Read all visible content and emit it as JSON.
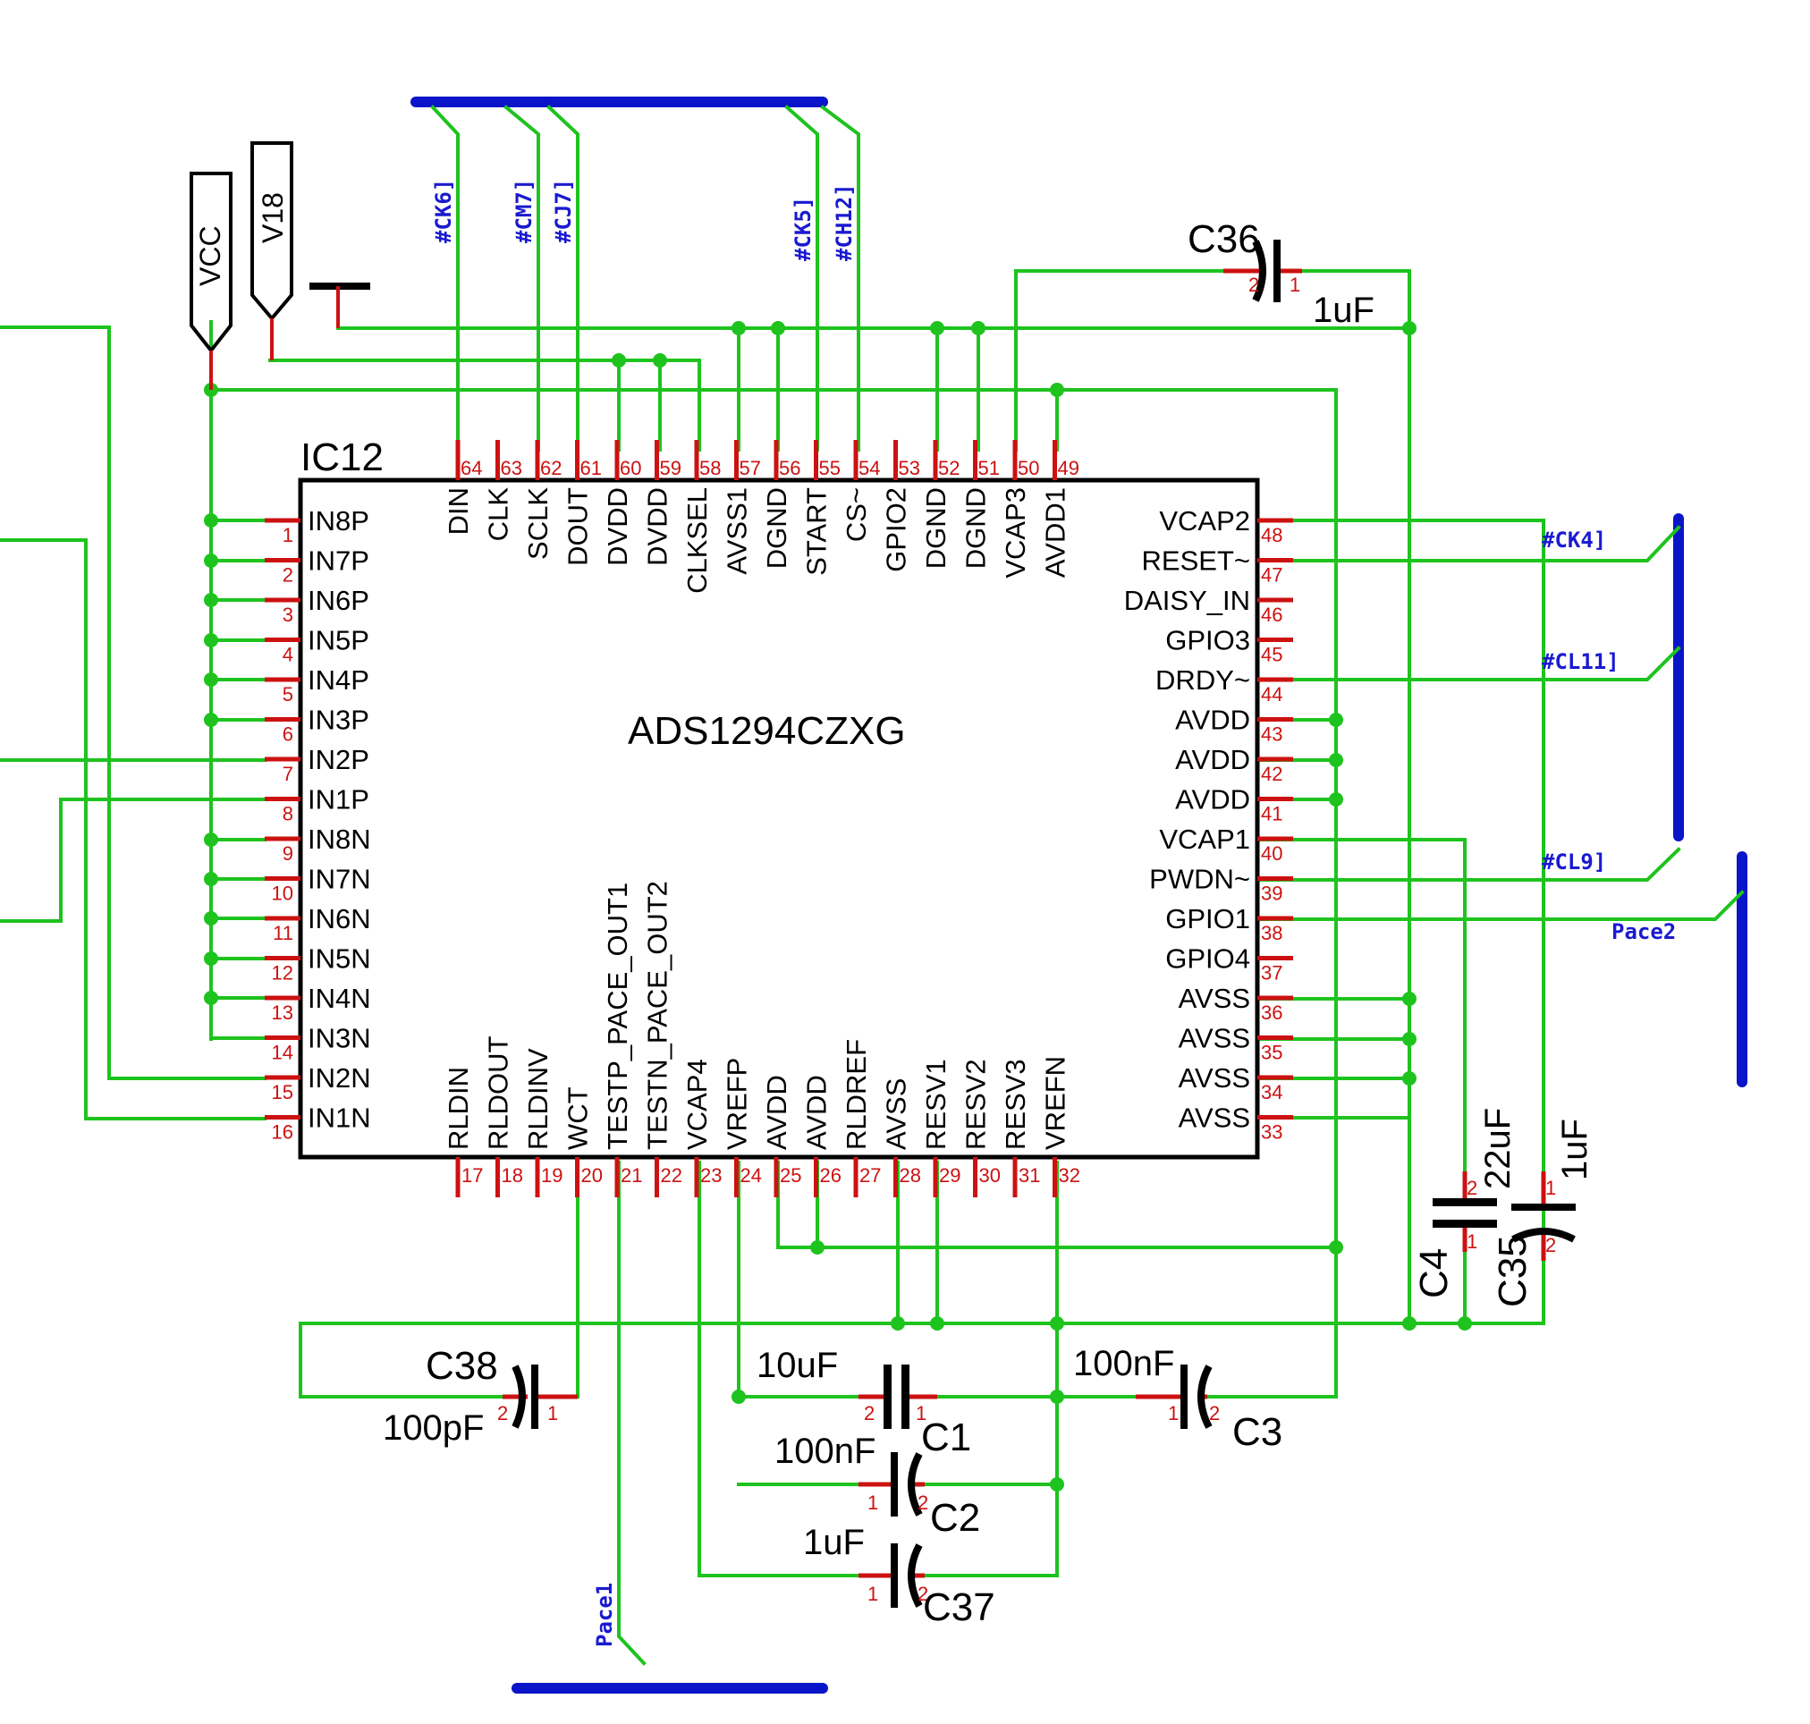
{
  "ic": {
    "ref": "IC12",
    "part": "ADS1294CZXG",
    "left_pins": [
      {
        "num": "1",
        "name": "IN8P"
      },
      {
        "num": "2",
        "name": "IN7P"
      },
      {
        "num": "3",
        "name": "IN6P"
      },
      {
        "num": "4",
        "name": "IN5P"
      },
      {
        "num": "5",
        "name": "IN4P"
      },
      {
        "num": "6",
        "name": "IN3P"
      },
      {
        "num": "7",
        "name": "IN2P"
      },
      {
        "num": "8",
        "name": "IN1P"
      },
      {
        "num": "9",
        "name": "IN8N"
      },
      {
        "num": "10",
        "name": "IN7N"
      },
      {
        "num": "11",
        "name": "IN6N"
      },
      {
        "num": "12",
        "name": "IN5N"
      },
      {
        "num": "13",
        "name": "IN4N"
      },
      {
        "num": "14",
        "name": "IN3N"
      },
      {
        "num": "15",
        "name": "IN2N"
      },
      {
        "num": "16",
        "name": "IN1N"
      }
    ],
    "right_pins": [
      {
        "num": "48",
        "name": "VCAP2"
      },
      {
        "num": "47",
        "name": "RESET~"
      },
      {
        "num": "46",
        "name": "DAISY_IN"
      },
      {
        "num": "45",
        "name": "GPIO3"
      },
      {
        "num": "44",
        "name": "DRDY~"
      },
      {
        "num": "43",
        "name": "AVDD"
      },
      {
        "num": "42",
        "name": "AVDD"
      },
      {
        "num": "41",
        "name": "AVDD"
      },
      {
        "num": "40",
        "name": "VCAP1"
      },
      {
        "num": "39",
        "name": "PWDN~"
      },
      {
        "num": "38",
        "name": "GPIO1"
      },
      {
        "num": "37",
        "name": "GPIO4"
      },
      {
        "num": "36",
        "name": "AVSS"
      },
      {
        "num": "35",
        "name": "AVSS"
      },
      {
        "num": "34",
        "name": "AVSS"
      },
      {
        "num": "33",
        "name": "AVSS"
      }
    ],
    "top_pins": [
      {
        "num": "64",
        "name": "DIN"
      },
      {
        "num": "63",
        "name": "CLK"
      },
      {
        "num": "62",
        "name": "SCLK"
      },
      {
        "num": "61",
        "name": "DOUT"
      },
      {
        "num": "60",
        "name": "DVDD"
      },
      {
        "num": "59",
        "name": "DVDD"
      },
      {
        "num": "58",
        "name": "CLKSEL"
      },
      {
        "num": "57",
        "name": "AVSS1"
      },
      {
        "num": "56",
        "name": "DGND"
      },
      {
        "num": "55",
        "name": "START"
      },
      {
        "num": "54",
        "name": "CS~"
      },
      {
        "num": "53",
        "name": "GPIO2"
      },
      {
        "num": "52",
        "name": "DGND"
      },
      {
        "num": "51",
        "name": "DGND"
      },
      {
        "num": "50",
        "name": "VCAP3"
      },
      {
        "num": "49",
        "name": "AVDD1"
      }
    ],
    "bottom_pins": [
      {
        "num": "17",
        "name": "RLDIN"
      },
      {
        "num": "18",
        "name": "RLDOUT"
      },
      {
        "num": "19",
        "name": "RLDINV"
      },
      {
        "num": "20",
        "name": "WCT"
      },
      {
        "num": "21",
        "name": "TESTP_PACE_OUT1"
      },
      {
        "num": "22",
        "name": "TESTN_PACE_OUT2"
      },
      {
        "num": "23",
        "name": "VCAP4"
      },
      {
        "num": "24",
        "name": "VREFP"
      },
      {
        "num": "25",
        "name": "AVDD"
      },
      {
        "num": "26",
        "name": "AVDD"
      },
      {
        "num": "27",
        "name": "RLDREF"
      },
      {
        "num": "28",
        "name": "AVSS"
      },
      {
        "num": "29",
        "name": "RESV1"
      },
      {
        "num": "30",
        "name": "RESV2"
      },
      {
        "num": "31",
        "name": "RESV3"
      },
      {
        "num": "32",
        "name": "VREFN"
      }
    ]
  },
  "power": {
    "vcc": "VCC",
    "v18": "V18"
  },
  "net_labels": {
    "ck6": "#CK6]",
    "cm7": "#CM7]",
    "cj7": "#CJ7]",
    "ck5": "#CK5]",
    "ch12": "#CH12]",
    "ck4": "#CK4]",
    "cl11": "#CL11]",
    "cl9": "#CL9]",
    "pace1": "Pace1",
    "pace2": "Pace2"
  },
  "capacitors": {
    "c36": {
      "ref": "C36",
      "value": "1uF",
      "pin_a": "2",
      "pin_b": "1"
    },
    "c4": {
      "ref": "C4",
      "value": "22uF",
      "pin_a": "2",
      "pin_b": "1"
    },
    "c35": {
      "ref": "C35",
      "value": "1uF",
      "pin_a": "1",
      "pin_b": "2"
    },
    "c38": {
      "ref": "C38",
      "value": "100pF",
      "pin_a": "2",
      "pin_b": "1"
    },
    "c1": {
      "ref": "C1",
      "value": "10uF",
      "pin_a": "2",
      "pin_b": "1"
    },
    "c3": {
      "ref": "C3",
      "value": "100nF",
      "pin_a": "1",
      "pin_b": "2"
    },
    "c2": {
      "ref": "C2",
      "value": "100nF",
      "pin_a": "1",
      "pin_b": "2"
    },
    "c37": {
      "ref": "C37",
      "value": "1uF",
      "pin_a": "1",
      "pin_b": "2"
    }
  }
}
